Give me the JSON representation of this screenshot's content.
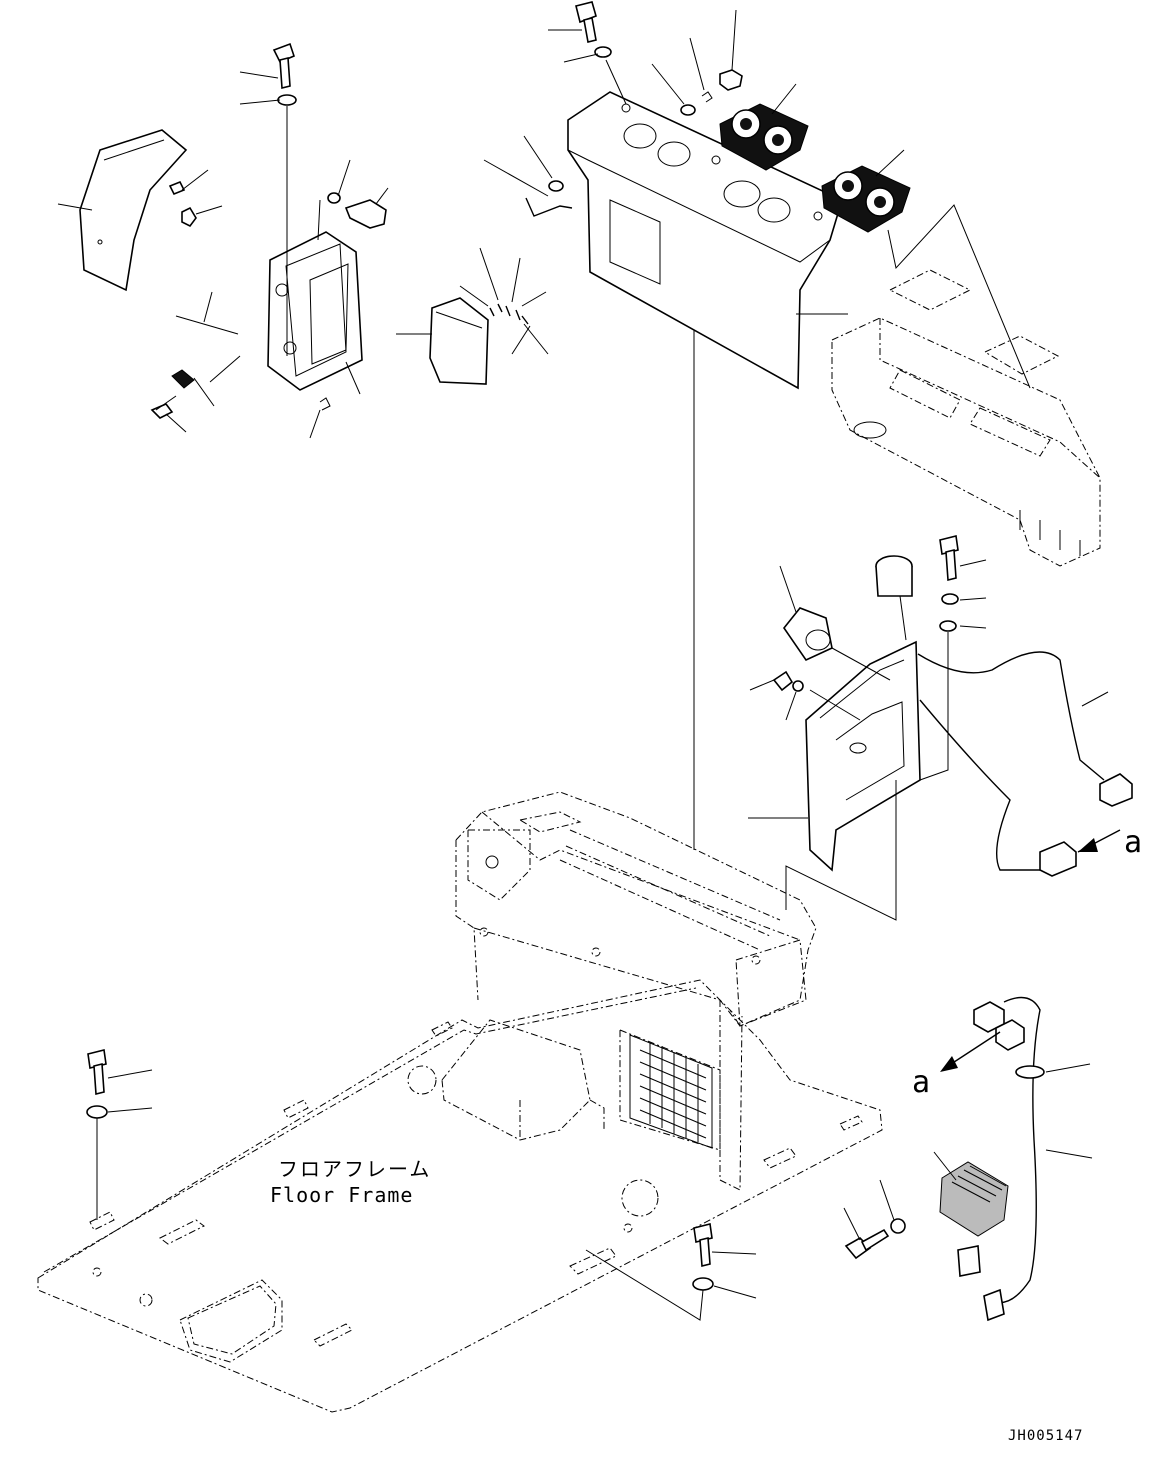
{
  "drawing": {
    "floor_frame_jp": "フロアフレーム",
    "floor_frame_en": "Floor Frame",
    "ref_a_upper": "a",
    "ref_a_lower": "a",
    "drawing_number": "JH005147"
  },
  "icons": [
    "bolt-icon",
    "washer-icon",
    "nut-icon",
    "speaker-icon",
    "connector-icon",
    "relay-icon",
    "socket-icon"
  ]
}
